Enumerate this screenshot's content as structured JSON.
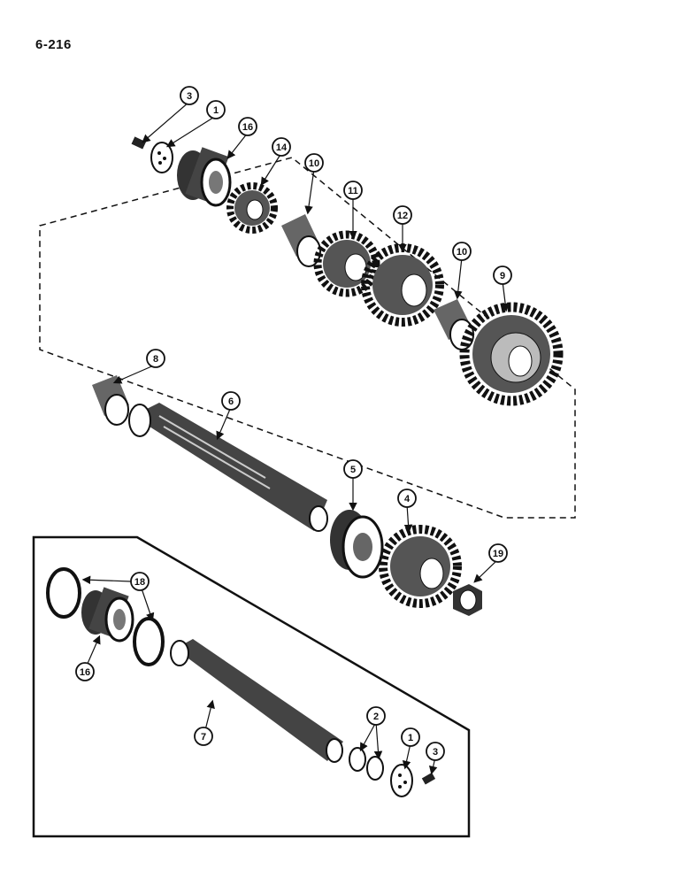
{
  "page_number": "6-216",
  "callouts": {
    "c3a": "3",
    "c1a": "1",
    "c16a": "16",
    "c14": "14",
    "c10a": "10",
    "c11": "11",
    "c12": "12",
    "c10b": "10",
    "c9": "9",
    "c8": "8",
    "c6": "6",
    "c5": "5",
    "c4": "4",
    "c19": "19",
    "c18": "18",
    "c16b": "16",
    "c7": "7",
    "c2": "2",
    "c1b": "1",
    "c3b": "3"
  },
  "colors": {
    "ink": "#111111",
    "paper": "#ffffff",
    "shade": "#555555"
  }
}
